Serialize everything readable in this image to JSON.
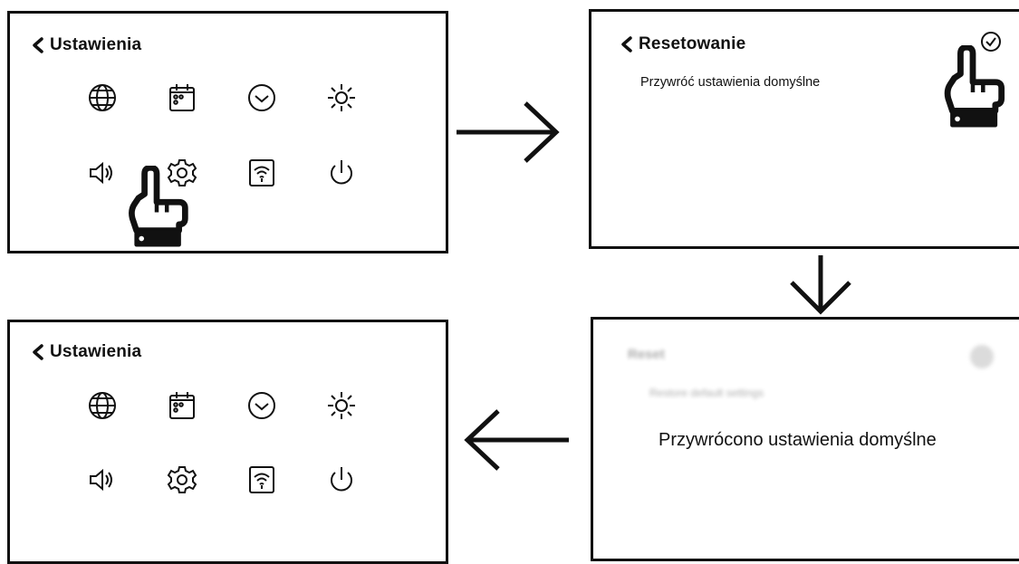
{
  "screen1": {
    "title": "Ustawienia"
  },
  "screen2": {
    "title": "Resetowanie",
    "option_label": "Przywróć ustawienia domyślne"
  },
  "screen3": {
    "faded_title": "Reset",
    "faded_option": "Restore default settings",
    "message": "Przywrócono ustawienia domyślne"
  },
  "screen4": {
    "title": "Ustawienia"
  },
  "icons": [
    "globe-icon",
    "calendar-icon",
    "clock-icon",
    "brightness-icon",
    "speaker-icon",
    "gear-icon",
    "wifi-icon",
    "power-icon"
  ]
}
